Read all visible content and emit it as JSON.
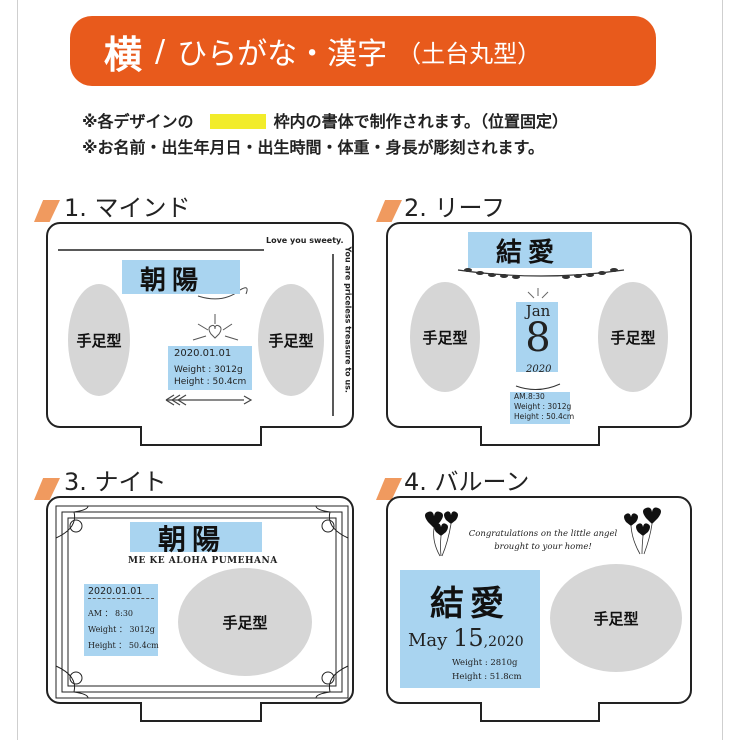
{
  "header": {
    "title_main": "横",
    "title_slash": "/",
    "title_rest": "ひらがな・漢字",
    "title_sub": "（土台丸型）"
  },
  "notes": {
    "note1_pre": "※各デザインの",
    "note1_post": "枠内の書体で制作されます。（位置固定）",
    "note2": "※お名前・出生年月日・出生時間・体重・身長が彫刻されます。"
  },
  "colors": {
    "accent": "#e85a1c",
    "swatch": "#f2ec2a",
    "name_box": "#a9d4f0",
    "oval": "#d6d6d6"
  },
  "designs": [
    {
      "label": "1. マインド",
      "name": "朝陽",
      "footprint_left": "手足型",
      "footprint_right": "手足型",
      "date": "2020.01.01",
      "weight": "Weight : 3012g",
      "height": "Height : 50.4cm",
      "top_text": "Love you sweety.",
      "side_text": "You are priceless treasure to us."
    },
    {
      "label": "2. リーフ",
      "name": "結愛",
      "footprint_left": "手足型",
      "footprint_right": "手足型",
      "month": "Jan",
      "day": "8",
      "year": "2020",
      "time": "AM.8:30",
      "weight": "Weight : 3012g",
      "height": "Height : 50.4cm"
    },
    {
      "label": "3. ナイト",
      "name": "朝陽",
      "subtitle": "ME KE ALOHA PUMEHANA",
      "footprint": "手足型",
      "date": "2020.01.01",
      "time": "AM ： 8:30",
      "weight": "Weight ： 3012g",
      "height": "Height ： 50.4cm"
    },
    {
      "label": "4. バルーン",
      "name": "結愛",
      "footprint": "手足型",
      "message_line1": "Congratulations on the little angel",
      "message_line2": "brought to your home!",
      "date_month": "May",
      "date_day": "15",
      "date_year": ",2020",
      "weight": "Weight : 2810g",
      "height": "Height : 51.8cm"
    }
  ]
}
